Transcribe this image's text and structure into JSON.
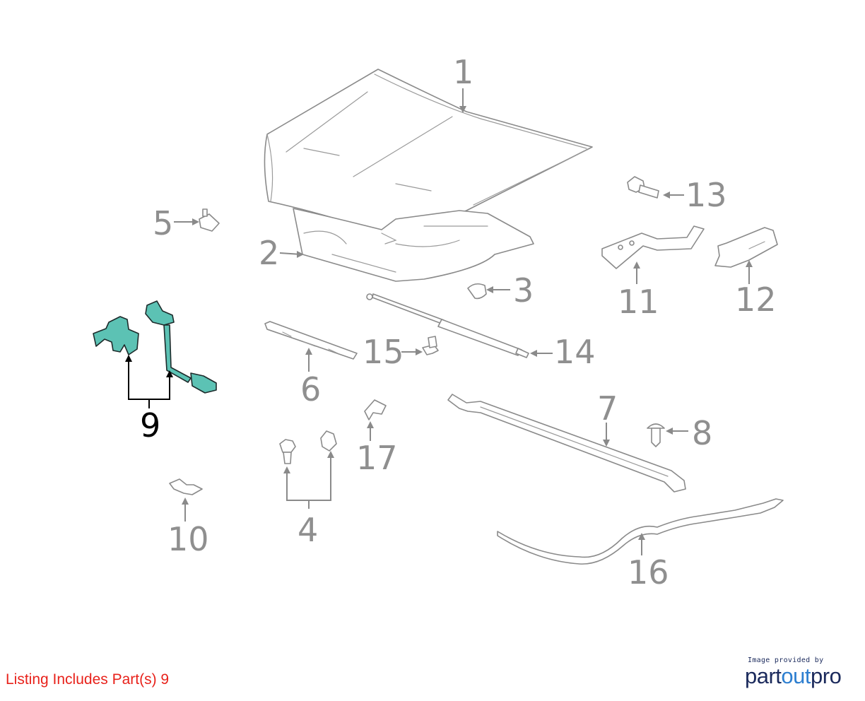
{
  "diagram": {
    "callouts": [
      {
        "id": "1",
        "label": "1"
      },
      {
        "id": "2",
        "label": "2"
      },
      {
        "id": "3",
        "label": "3"
      },
      {
        "id": "4",
        "label": "4"
      },
      {
        "id": "5",
        "label": "5"
      },
      {
        "id": "6",
        "label": "6"
      },
      {
        "id": "7",
        "label": "7"
      },
      {
        "id": "8",
        "label": "8"
      },
      {
        "id": "9",
        "label": "9",
        "highlighted": true
      },
      {
        "id": "10",
        "label": "10"
      },
      {
        "id": "11",
        "label": "11"
      },
      {
        "id": "12",
        "label": "12"
      },
      {
        "id": "13",
        "label": "13"
      },
      {
        "id": "14",
        "label": "14"
      },
      {
        "id": "15",
        "label": "15"
      },
      {
        "id": "16",
        "label": "16"
      },
      {
        "id": "17",
        "label": "17"
      }
    ],
    "highlight_color": "#5cc2b4",
    "line_color": "#8a8a8a",
    "label_color": "#8f8f8f"
  },
  "listing": {
    "text": "Listing Includes Part(s) 9",
    "color": "#e8221b"
  },
  "credit": {
    "caption": "Image provided by",
    "logo_part1": "part",
    "logo_part2": "out",
    "logo_part3": "pro"
  }
}
